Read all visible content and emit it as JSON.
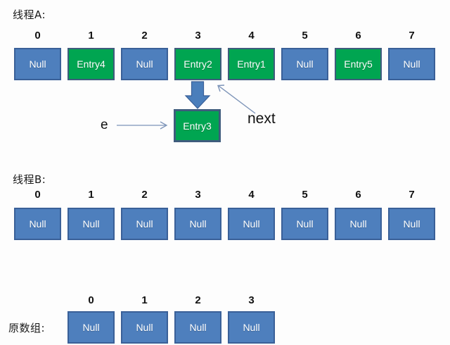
{
  "diagram": {
    "title_threadA": "线程A:",
    "title_threadB": "线程B:",
    "title_original": "原数组:",
    "label_e": "e",
    "label_next": "next",
    "colors": {
      "blue_fill": "#4e7fbd",
      "blue_border": "#3a6098",
      "green_fill": "#00a551",
      "green_border": "#3f5c7d",
      "arrow_blue": "#4a7ebb",
      "thin_arrow": "#7d94b8",
      "background": "#fdfdfd",
      "text_dark": "#111111"
    },
    "rows": [
      {
        "name": "thread-a",
        "label": "线程A:",
        "indices": [
          "0",
          "1",
          "2",
          "3",
          "4",
          "5",
          "6",
          "7"
        ],
        "cells": [
          {
            "text": "Null",
            "color": "blue"
          },
          {
            "text": "Entry4",
            "color": "green"
          },
          {
            "text": "Null",
            "color": "blue"
          },
          {
            "text": "Entry2",
            "color": "green"
          },
          {
            "text": "Entry1",
            "color": "green"
          },
          {
            "text": "Null",
            "color": "blue"
          },
          {
            "text": "Entry5",
            "color": "green"
          },
          {
            "text": "Null",
            "color": "blue"
          }
        ]
      },
      {
        "name": "thread-b",
        "label": "线程B:",
        "indices": [
          "0",
          "1",
          "2",
          "3",
          "4",
          "5",
          "6",
          "7"
        ],
        "cells": [
          {
            "text": "Null",
            "color": "blue"
          },
          {
            "text": "Null",
            "color": "blue"
          },
          {
            "text": "Null",
            "color": "blue"
          },
          {
            "text": "Null",
            "color": "blue"
          },
          {
            "text": "Null",
            "color": "blue"
          },
          {
            "text": "Null",
            "color": "blue"
          },
          {
            "text": "Null",
            "color": "blue"
          },
          {
            "text": "Null",
            "color": "blue"
          }
        ]
      },
      {
        "name": "original-array",
        "label": "原数组:",
        "indices": [
          "0",
          "1",
          "2",
          "3"
        ],
        "cells": [
          {
            "text": "Null",
            "color": "blue"
          },
          {
            "text": "Null",
            "color": "blue"
          },
          {
            "text": "Null",
            "color": "blue"
          },
          {
            "text": "Null",
            "color": "blue"
          }
        ]
      }
    ],
    "detached_node": {
      "text": "Entry3",
      "color": "green"
    }
  }
}
